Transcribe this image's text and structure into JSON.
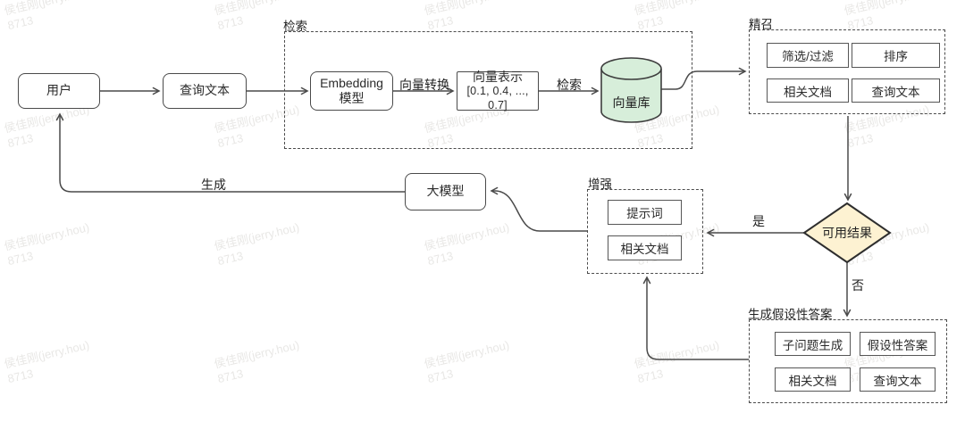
{
  "watermark": {
    "name": "侯佳刚(jerry.hou)",
    "id": "8713"
  },
  "nodes": {
    "user": "用户",
    "query_text": "查询文本",
    "embedding_model": "Embedding模型",
    "vector_repr": {
      "title": "向量表示",
      "values": "[0.1, 0.4, ..., 0.7]"
    },
    "vector_db": "向量库",
    "llm": "大模型",
    "decision": "可用结果"
  },
  "containers": {
    "retrieval": {
      "label": "检索"
    },
    "recall": {
      "label": "精召",
      "items": [
        "筛选/过滤",
        "排序",
        "相关文档",
        "查询文本"
      ]
    },
    "augment": {
      "label": "增强",
      "items": [
        "提示词",
        "相关文档"
      ]
    },
    "hypothetical": {
      "label": "生成假设性答案",
      "items": [
        "子问题生成",
        "假设性答案",
        "相关文档",
        "查询文本"
      ]
    }
  },
  "edges": {
    "vector_convert": "向量转换",
    "retrieve": "检索",
    "generate": "生成",
    "yes": "是",
    "no": "否"
  },
  "colors": {
    "vector_db_fill": "#d7eeda",
    "decision_fill": "#fdf2d2",
    "line": "#4a4a4a"
  }
}
